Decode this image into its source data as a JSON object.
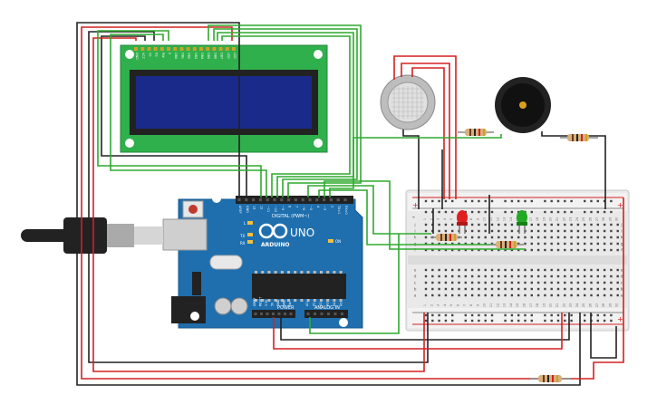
{
  "arduino": {
    "brand": "ARDUINO",
    "model": "UNO",
    "digital_header_label": "DIGITAL (PWM~)",
    "power_label": "POWER",
    "analog_label": "ANALOG IN",
    "led_labels": [
      "L",
      "TX",
      "RX",
      "ON"
    ],
    "top_pin_labels": [
      "AREF",
      "GND",
      "13",
      "12",
      "~11",
      "~10",
      "~9",
      "8",
      "7",
      "~6",
      "~5",
      "4",
      "~3",
      "2",
      "TX>1",
      "RX<0"
    ],
    "power_pin_labels": [
      "IOREF",
      "RESET",
      "3.3V",
      "5V",
      "GND",
      "GND",
      "Vin"
    ],
    "analog_pin_labels": [
      "A0",
      "A1",
      "A2",
      "A3",
      "A4",
      "A5"
    ]
  },
  "lcd": {
    "pin_labels": [
      "GND",
      "VCC",
      "V0",
      "RS",
      "RW",
      "E",
      "DB0",
      "DB1",
      "DB2",
      "DB3",
      "DB4",
      "DB5",
      "DB6",
      "DB7",
      "LED",
      "LED"
    ]
  },
  "breadboard": {
    "column_numbers": [
      "1",
      "2",
      "3",
      "4",
      "5",
      "6",
      "7",
      "8",
      "9",
      "10",
      "11",
      "12",
      "13",
      "14",
      "15",
      "16",
      "17",
      "18",
      "19",
      "20",
      "21",
      "22",
      "23",
      "24",
      "25",
      "26",
      "27",
      "28",
      "29",
      "30"
    ],
    "row_letters_top": [
      "j",
      "i",
      "h",
      "g",
      "f"
    ],
    "row_letters_bottom": [
      "e",
      "d",
      "c",
      "b",
      "a"
    ],
    "rail_signs": [
      "+",
      "-"
    ]
  },
  "colors": {
    "wire_red": "#d42020",
    "wire_black": "#222222",
    "wire_green": "#2eaa2e",
    "board": "#1f6fae",
    "lcd_screen": "#1a2a8a",
    "led_red": "#e02020",
    "led_green": "#22aa22"
  }
}
